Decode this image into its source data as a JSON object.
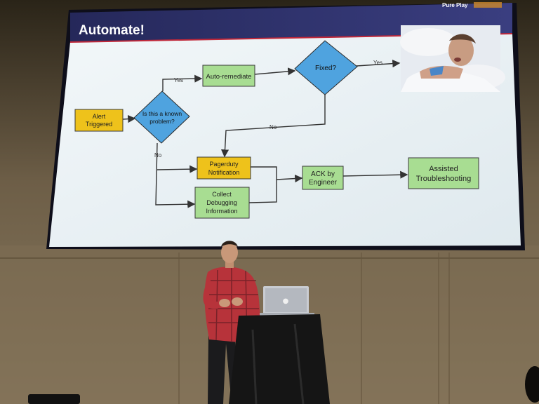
{
  "slide": {
    "title": "Automate!",
    "brand": "Pure Play"
  },
  "flowchart": {
    "nodes": {
      "alert": [
        "Alert",
        "Triggered"
      ],
      "known": [
        "Is this a known",
        "problem?"
      ],
      "remediate": [
        "Auto-remediate"
      ],
      "fixed": [
        "Fixed?"
      ],
      "pagerduty": [
        "Pagerduty",
        "Notification"
      ],
      "collect": [
        "Collect",
        "Debugging",
        "Information"
      ],
      "ack": [
        "ACK by",
        "Engineer"
      ],
      "assisted": [
        "Assisted",
        "Troubleshooting"
      ]
    },
    "edges": {
      "known_yes": "Yes",
      "known_no": "No",
      "fixed_yes": "Yes",
      "fixed_no": "No"
    }
  },
  "colors": {
    "slide_bg": "#e9f2f6",
    "header_bar": "#1f2150",
    "header_rule": "#c0283a",
    "yellow_box": "#eec21b",
    "green_box": "#a8dd92",
    "blue_diamond": "#4fa3df",
    "stage_wall": "#77664d",
    "shirt": "#b7333a",
    "table_cloth": "#151515"
  },
  "icons": {
    "laptop_logo": "apple-logo-icon"
  }
}
